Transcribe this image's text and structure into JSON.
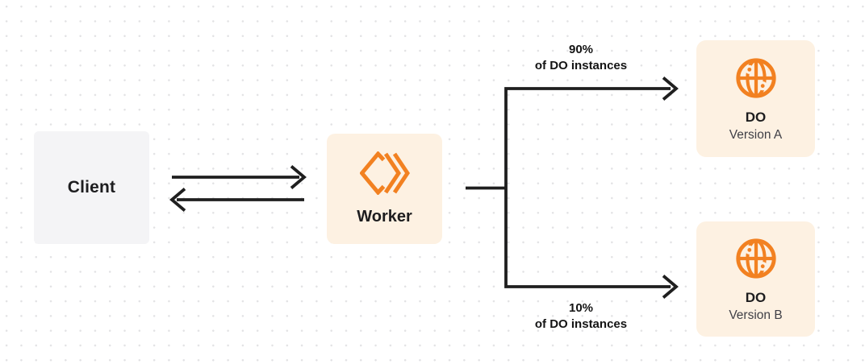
{
  "diagram": {
    "nodes": {
      "client": {
        "label": "Client"
      },
      "worker": {
        "label": "Worker",
        "icon": "workers-icon"
      },
      "do_a": {
        "label": "DO",
        "sublabel": "Version A",
        "icon": "globe-icon"
      },
      "do_b": {
        "label": "DO",
        "sublabel": "Version B",
        "icon": "globe-icon"
      }
    },
    "edges": {
      "client_worker": {
        "type": "bidirectional-arrows"
      },
      "split_top": {
        "percent": "90%",
        "caption": "of DO instances"
      },
      "split_bottom": {
        "percent": "10%",
        "caption": "of DO instances"
      }
    },
    "colors": {
      "accent_orange": "#f28121",
      "node_cream": "#fdf1e2",
      "node_gray": "#f4f4f6",
      "arrow_line": "#1f1f1f",
      "text_primary": "#1d1d1f",
      "text_secondary": "#3f3f46",
      "dot_grid": "#e2e2e4",
      "background": "#ffffff"
    }
  }
}
